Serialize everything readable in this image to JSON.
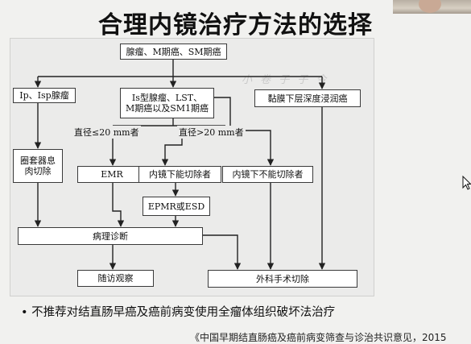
{
  "title": "合理内镜治疗方法的选择",
  "diagram": {
    "nodes": {
      "top": "腺瘤、M期癌、SM期癌",
      "ip": "Ip、Isp腺瘤",
      "is": "Is型腺瘤、LST、\nM期癌以及SM1期癌",
      "submucosa": "黏膜下层深度浸润癌",
      "snare": "圈套器息\n肉切除",
      "emr": "EMR",
      "endo_ok": "内镜下能切除者",
      "endo_no": "内镜下不能切除者",
      "epmr": "EPMR或ESD",
      "pathology": "病理诊断",
      "followup": "随访观察",
      "surgery": "外科手术切除"
    },
    "conditions": {
      "small": "直径≤20 mm者",
      "large": "直径>20 mm者"
    },
    "watermark": "小 卷 子 子 今"
  },
  "bullet": "• 不推荐对结直肠早癌及癌前病变使用全瘤体组织破坏法治疗",
  "citation": "《中国早期结直肠癌及癌前病变筛查与诊治共识意见，2015"
}
